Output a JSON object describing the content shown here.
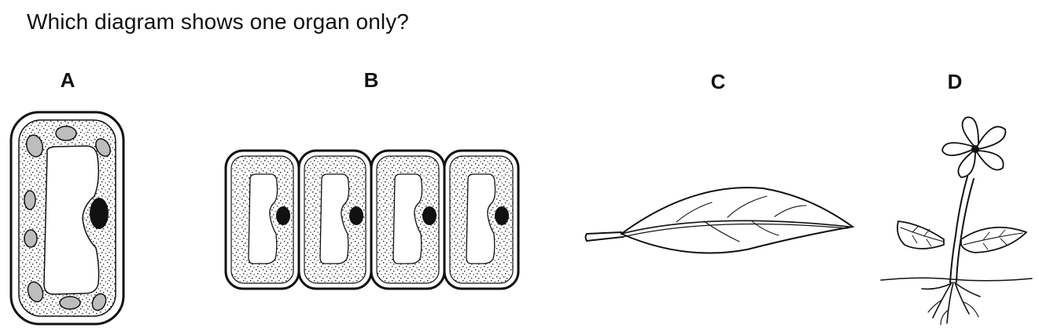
{
  "question": "Which diagram shows one organ only?",
  "options": [
    {
      "label": "A"
    },
    {
      "label": "B"
    },
    {
      "label": "C"
    },
    {
      "label": "D"
    }
  ]
}
